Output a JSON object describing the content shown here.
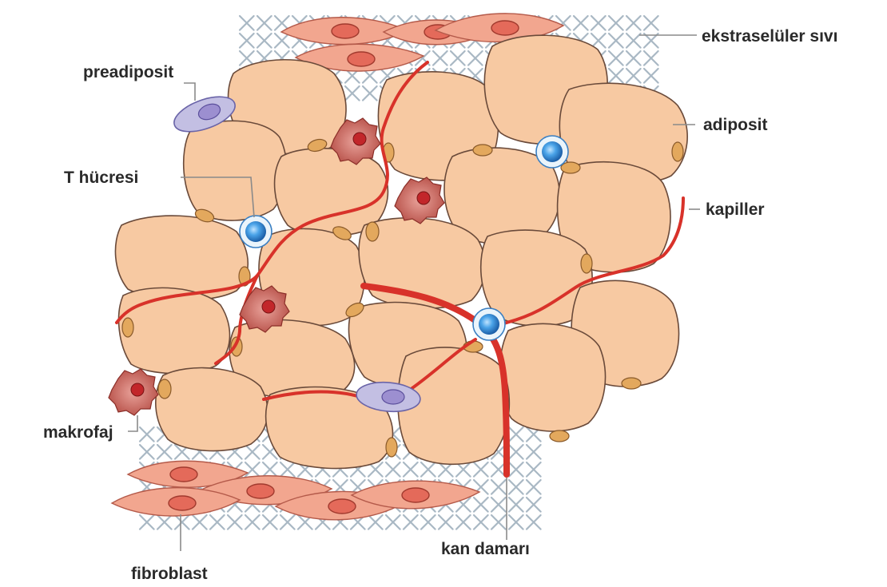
{
  "diagram": {
    "labels": {
      "extracellular": "ekstraselüler sıvı",
      "preadipocyte": "preadiposit",
      "adipocyte": "adiposit",
      "t_cell": "T hücresi",
      "capillary": "kapiller",
      "macrophage": "makrofaj",
      "fibroblast": "fibroblast",
      "blood_vessel": "kan damarı"
    },
    "colors": {
      "adipocyte": "#f7c9a2",
      "adipocyte_outline": "#6a4a3a",
      "adipocyte_nucleus": "#e3a85d",
      "fibroblast": "#f2a68f",
      "fibroblast_nucleus": "#e46a5a",
      "t_cell": "#3a8fd6",
      "preadipocyte": "#b6b2dc",
      "macrophage": "#c9584e",
      "blood_vessel": "#d8322a",
      "extracellular_mesh": "#a9b8c4",
      "leader_line": "#8a8a8a"
    }
  }
}
